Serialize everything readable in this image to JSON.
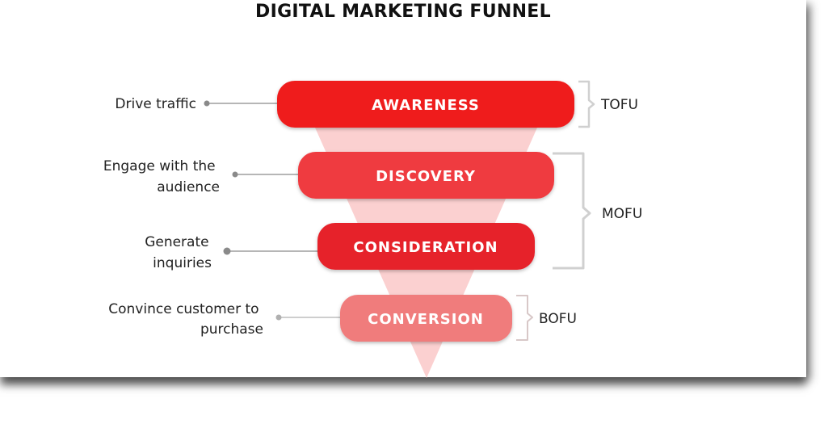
{
  "title": "DIGITAL MARKETING FUNNEL",
  "colors": {
    "funnel_background": "#fbd0d0",
    "awareness": "#ef1b1b",
    "discovery": "#ef3a3f",
    "consideration": "#e6202a",
    "conversion": "#f07b7b",
    "connector_line": "#8a8a8a",
    "bracket": "#d0d0d0"
  },
  "stages": [
    {
      "label": "AWARENESS",
      "description_lines": [
        "Drive traffic"
      ]
    },
    {
      "label": "DISCOVERY",
      "description_lines": [
        "Engage with the",
        "audience"
      ]
    },
    {
      "label": "CONSIDERATION",
      "description_lines": [
        "Generate",
        "inquiries"
      ]
    },
    {
      "label": "CONVERSION",
      "description_lines": [
        "Convince customer to",
        "purchase"
      ]
    }
  ],
  "groups": [
    {
      "label": "TOFU"
    },
    {
      "label": "MOFU"
    },
    {
      "label": "BOFU"
    }
  ]
}
